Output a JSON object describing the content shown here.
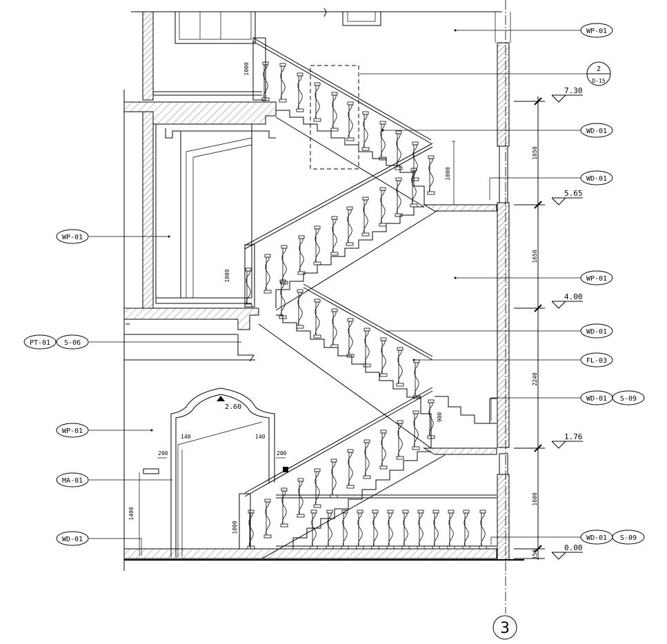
{
  "tags": {
    "wp01": "WP-01",
    "wd01": "WD-01",
    "fl03": "FL-03",
    "pt01": "PT-01",
    "s06": "S-06",
    "s09": "S-09",
    "ma01": "MA-01",
    "detail_num": "2",
    "detail_sheet": "D-15"
  },
  "levels": [
    "7.30",
    "5.65",
    "4.00",
    "1.76",
    "0.00"
  ],
  "arch_level": "2.60",
  "dims": {
    "d1000": "1000",
    "d1650": "1650",
    "d2240": "2240",
    "d1600": "1600",
    "d150": "150",
    "d140": "140",
    "d200": "200",
    "d1400": "1400",
    "d900": "900"
  },
  "grid_label": "3"
}
